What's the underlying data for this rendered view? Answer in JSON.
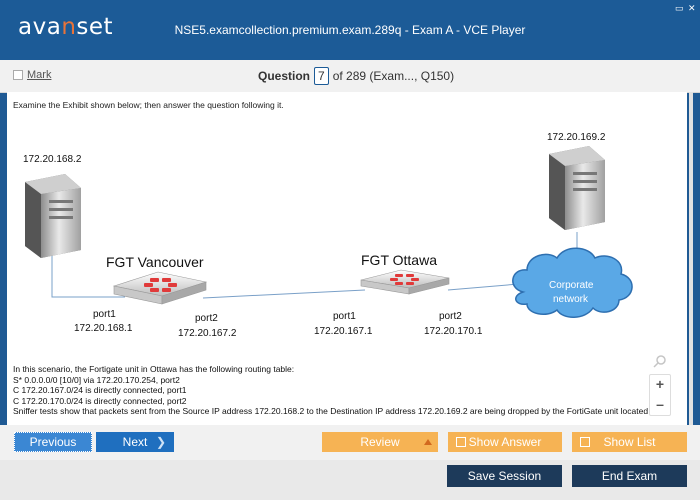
{
  "app": {
    "logo_pre": "ava",
    "logo_n": "n",
    "logo_post": "set",
    "window_title": "NSE5.examcollection.premium.exam.289q - Exam A - VCE Player",
    "min_glyph": "▭",
    "close_glyph": "✕"
  },
  "question_bar": {
    "mark_label": "Mark",
    "question_label": "Question",
    "question_number": "7",
    "of_text": "of 289 (Exam..., Q150)"
  },
  "content": {
    "intro": "Examine the Exhibit shown below; then answer the question following it.",
    "diagram": {
      "left_server_ip": "172.20.168.2",
      "right_server_ip": "172.20.169.2",
      "fgt1_name": "FGT Vancouver",
      "fgt2_name": "FGT Ottawa",
      "fgt1_port1": "port1",
      "fgt1_port1_ip": "172.20.168.1",
      "fgt1_port2": "port2",
      "fgt1_port2_ip": "172.20.167.2",
      "fgt2_port1": "port1",
      "fgt2_port1_ip": "172.20.167.1",
      "fgt2_port2": "port2",
      "fgt2_port2_ip": "172.20.170.1",
      "cloud_label_line1": "Corporate",
      "cloud_label_line2": "network"
    },
    "routing_lines": [
      "In this scenario, the Fortigate unit in Ottawa has the following routing table:",
      "S*   0.0.0.0/0 [10/0] via 172.20.170.254, port2",
      "C    172.20.167.0/24 is directly connected, port1",
      "C    172.20.170.0/24 is directly connected, port2",
      "Sniffer tests show that packets sent from the Source IP address 172.20.168.2 to the Destination IP address 172.20.169.2 are being dropped by the FortiGate unit located in"
    ],
    "zoom_in": "+",
    "zoom_out": "–"
  },
  "buttons": {
    "previous": "Previous",
    "next": "Next",
    "review": "Review",
    "show_answer": "Show Answer",
    "show_list": "Show List",
    "save_session": "Save Session",
    "end_exam": "End Exam"
  },
  "colors": {
    "title_bar": "#1c5b97",
    "accent_orange": "#f6b354",
    "button_blue": "#1f6fbf",
    "dark_button": "#1d3a5a",
    "fortinet_red": "#e03a3a"
  }
}
